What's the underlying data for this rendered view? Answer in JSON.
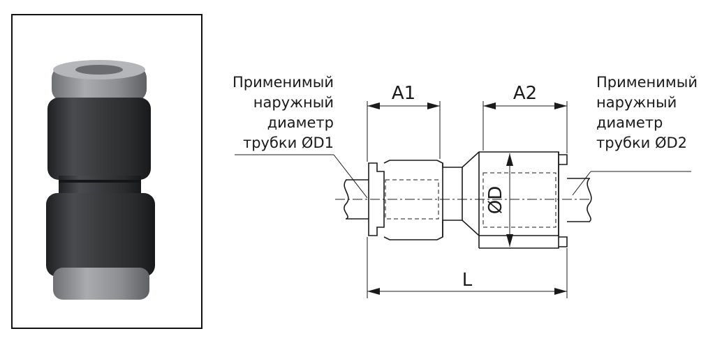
{
  "labels": {
    "left": [
      "Применимый",
      "наружный",
      "диаметр",
      "трубки ØD1"
    ],
    "right": [
      "Применимый",
      "наружный",
      "диаметр",
      "трубки ØD2"
    ]
  },
  "dimensions": {
    "a1": "A1",
    "a2": "A2",
    "d": "ØD",
    "l": "L"
  },
  "colors": {
    "body": "#3a3b3d",
    "collet": "#9a9c9f",
    "line": "#1a1a1a"
  }
}
